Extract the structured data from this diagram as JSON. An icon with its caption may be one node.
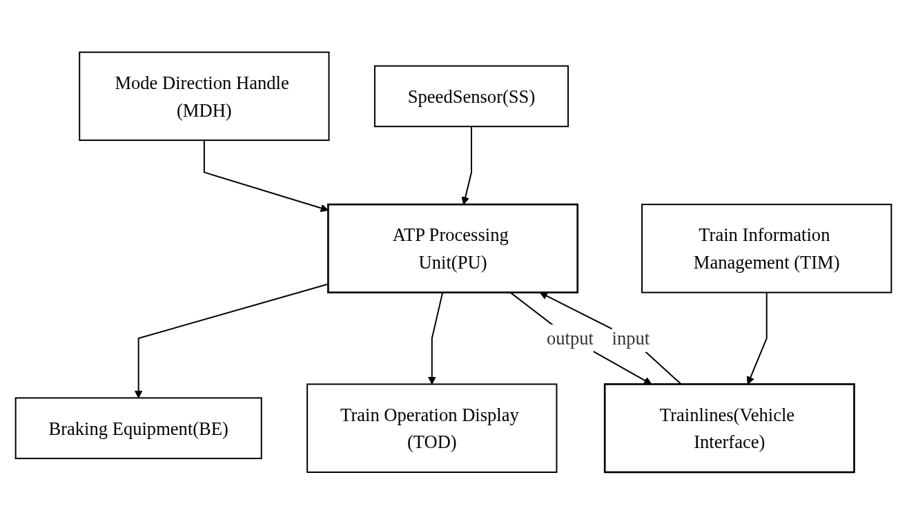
{
  "diagram": {
    "nodes": [
      {
        "text": [
          "Braking Equipment(BE)"
        ]
      },
      {
        "text": [
          "Mode Direction Handle (MDH)"
        ]
      },
      {
        "text": [
          "ATP Processing Unit(PU)"
        ]
      },
      {
        "text": [
          "Train Operation Display (TOD)"
        ]
      },
      {
        "text": [
          "SpeedSensor(SS)"
        ]
      },
      {
        "text": [
          "Train Information Management (TIM)"
        ]
      },
      {
        "text": [
          "Trainlines(Vehicle Interface)"
        ]
      }
    ],
    "edges": [
      {
        "from": 2,
        "to": 0,
        "arrow": "to"
      },
      {
        "from": 1,
        "to": 2,
        "arrow": "to"
      },
      {
        "from": 2,
        "to": 3,
        "arrow": "to"
      },
      {
        "from": 4,
        "to": 2,
        "arrow": "to"
      },
      {
        "from": 6,
        "to": 2,
        "arrow": "to",
        "label": "input"
      },
      {
        "from": 2,
        "to": 6,
        "arrow": "to",
        "label": "output"
      },
      {
        "from": 5,
        "to": 6,
        "arrow": "to"
      }
    ]
  }
}
